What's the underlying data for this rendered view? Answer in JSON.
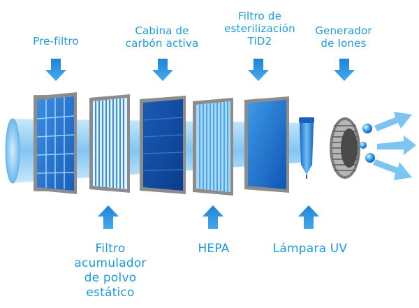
{
  "colors": {
    "label": "#1a9be0",
    "arrow": "#2b8fdc",
    "beam": "#7fc6f2",
    "frame": "#8a8a8a",
    "filter_dark": "#0d4ea8",
    "filter_mid": "#2d7fd4",
    "filter_light": "#9fd2f5"
  },
  "labels_top": [
    {
      "lines": [
        "Pre-filtro"
      ]
    },
    {
      "lines": [
        "Cabina de",
        "carbón activa"
      ]
    },
    {
      "lines": [
        "Filtro de",
        "esterilización",
        "TiD2"
      ]
    },
    {
      "lines": [
        "Generador",
        "de Iones"
      ]
    }
  ],
  "labels_bottom": [
    {
      "lines": [
        "Filtro",
        "acumulador",
        "de polvo",
        "estático"
      ]
    },
    {
      "lines": [
        "HEPA"
      ]
    },
    {
      "lines": [
        "Lámpara UV"
      ]
    }
  ],
  "icons": [
    "down-arrow-icon",
    "up-arrow-icon",
    "uv-lamp-icon",
    "ion-generator-icon",
    "airflow-arrow-icon"
  ]
}
